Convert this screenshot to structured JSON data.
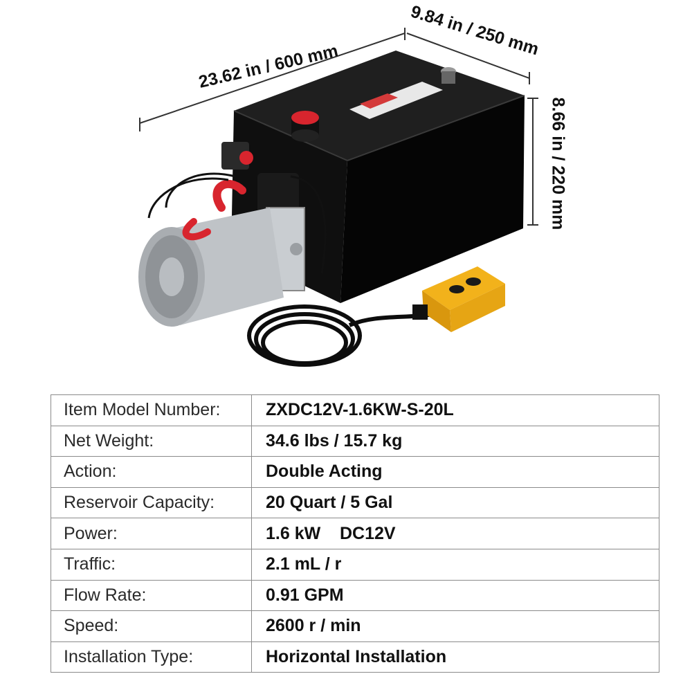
{
  "dimensions": {
    "length": "23.62 in / 600 mm",
    "width": "9.84 in / 250 mm",
    "height": "8.66 in / 220 mm"
  },
  "product": {
    "icons": [
      "hydraulic-tank",
      "electric-motor",
      "solenoid-valve",
      "remote-control",
      "coiled-cable"
    ],
    "colors": {
      "tank": "#111111",
      "motor": "#b8bcc0",
      "cap": "#d8252e",
      "remote": "#f2b21b",
      "cable": "#0d0d0d"
    }
  },
  "specs": [
    {
      "key": "Item Model Number:",
      "value": "ZXDC12V-1.6KW-S-20L"
    },
    {
      "key": "Net Weight:",
      "value": "34.6 lbs / 15.7 kg"
    },
    {
      "key": "Action:",
      "value": "Double Acting"
    },
    {
      "key": "Reservoir Capacity:",
      "value": "20 Quart / 5 Gal"
    },
    {
      "key": "Power:",
      "value": "1.6 kW    DC12V"
    },
    {
      "key": "Traffic:",
      "value": "2.1 mL / r"
    },
    {
      "key": "Flow Rate:",
      "value": "0.91 GPM"
    },
    {
      "key": "Speed:",
      "value": "2600 r / min"
    },
    {
      "key": "Installation Type:",
      "value": "Horizontal Installation"
    }
  ]
}
